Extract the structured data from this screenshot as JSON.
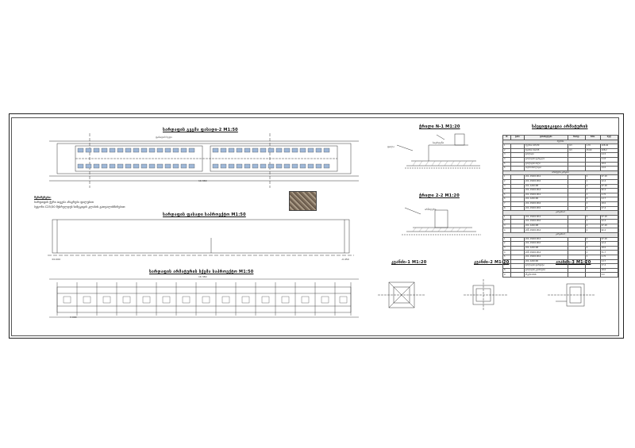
{
  "titles": {
    "plan": "სარდაფის გეგმა ფასადი-2  M1:50",
    "section_top": "ჭრილი N-1  M1:20",
    "table_title": "სპეციფიკაცია არმატურის",
    "facade": "სარდაფის ფასადი საპროექტო M1:50",
    "section_mid": "ჭრილი 2-2  M1:20",
    "reinforcement": "სარდაფის არმატურის სქემა საპროექტო  M1:50",
    "detail1": "კვანძი-1  M1:20",
    "detail2": "კვანძი-2  M1:20",
    "detail3": "კვანძი-3  M1:20"
  },
  "notes": {
    "heading": "შენიშვნები:",
    "line1": "სარდაფის ჭერი აიგება ანაკრები ფილებით",
    "line2": "ბეტონი C25/30 შესრულდეს სიმტკიცის კლასის გათვალისწინებით"
  },
  "table": {
    "headers": [
      "N",
      "ტიპი",
      "დასახელება",
      "რაოდ.",
      "მასა",
      "სულ"
    ],
    "rows": [
      {
        "section": "ბეტონი"
      },
      [
        "1",
        "",
        "ბეტონი C25/30",
        "m3",
        "1.70",
        "108.40"
      ],
      [
        "2",
        "",
        "ბეტონი C12/15",
        "m3",
        "15.60",
        "108.2"
      ],
      [
        "3",
        "",
        "ფოლადი",
        "",
        "",
        "0.15"
      ],
      [
        "4",
        "",
        "ფოლადის ფურცელი",
        "",
        "",
        "3.43"
      ],
      [
        "5",
        "",
        "ფოლადის მილი",
        "",
        "",
        "18.0"
      ],
      [
        "6",
        "",
        "ჰიდროიზოლაცია",
        "",
        "",
        "14.0"
      ],
      {
        "section": "არმატურა კარკასი"
      },
      [
        "1",
        "",
        "არმ. A500C Ø12",
        "",
        "4",
        "97.18"
      ],
      [
        "2",
        "",
        "არმ. A500C Ø10",
        "",
        "1",
        "12.4"
      ],
      [
        "3",
        "",
        "არმ. A240 Ø8",
        "",
        "4",
        "97.18"
      ],
      [
        "4",
        "",
        "არმ. A500C Ø14",
        "",
        "2",
        "62.2"
      ],
      [
        "5",
        "",
        "არმ. A500C Ø12",
        "",
        "2",
        "4.70"
      ],
      [
        "6",
        "",
        "არმ. A240 Ø6",
        "",
        "4",
        "2.17"
      ],
      [
        "7",
        "",
        "არმ. A500C Ø16",
        "",
        "4",
        "18.0"
      ],
      [
        "8",
        "",
        "არმ. A500C Ø10",
        "",
        "4",
        "27.4"
      ],
      {
        "section": "კარკასი-2"
      },
      [
        "1",
        "",
        "არმ. A500C Ø12",
        "",
        "4",
        "97.18"
      ],
      [
        "2",
        "",
        "არმ. A500C Ø10",
        "",
        "1",
        "12.4"
      ],
      [
        "3",
        "",
        "არმ. A240 Ø8",
        "",
        "4",
        "97.18"
      ],
      [
        "4",
        "",
        "არმ. A500C Ø14",
        "",
        "2",
        "62.2"
      ],
      {
        "section": "კარკასი-3"
      },
      [
        "1",
        "",
        "არმ. A500C Ø12",
        "",
        "4",
        "97.18"
      ],
      [
        "2",
        "",
        "არმ. A500C Ø10",
        "",
        "1",
        "12.4"
      ],
      [
        "3",
        "",
        "არმ. A240 Ø8",
        "",
        "4",
        "18.0"
      ],
      [
        "4",
        "",
        "არმ. A500C Ø14",
        "",
        "2",
        "51.7"
      ],
      [
        "5",
        "",
        "არმ. A500C Ø12",
        "",
        "2",
        "4.70"
      ],
      [
        "6",
        "",
        "არმ. A240 Ø6",
        "",
        "4",
        "2.17"
      ],
      [
        "7",
        "",
        "ფოლადის ფირფიტა",
        "",
        "",
        "37.4"
      ],
      [
        "8",
        "",
        "ფოლადის კუთხოვანა",
        "",
        "",
        "18.0"
      ],
      [
        "9",
        "",
        "ანკერი Ø16",
        "",
        "",
        "4.0"
      ]
    ]
  },
  "dimensions": {
    "overall": "16 380",
    "span": "3 000",
    "elev1": "±0.000",
    "elev2": "-0.450"
  },
  "labels": {
    "tag_a": "ფასადის ხედი",
    "tag_b": "საყრდენი",
    "tag_c": "ფილა",
    "tag_d": "არმატურა"
  },
  "colors": {
    "line": "#333333",
    "window": "#9fb8d8",
    "hatch": "#666666"
  }
}
